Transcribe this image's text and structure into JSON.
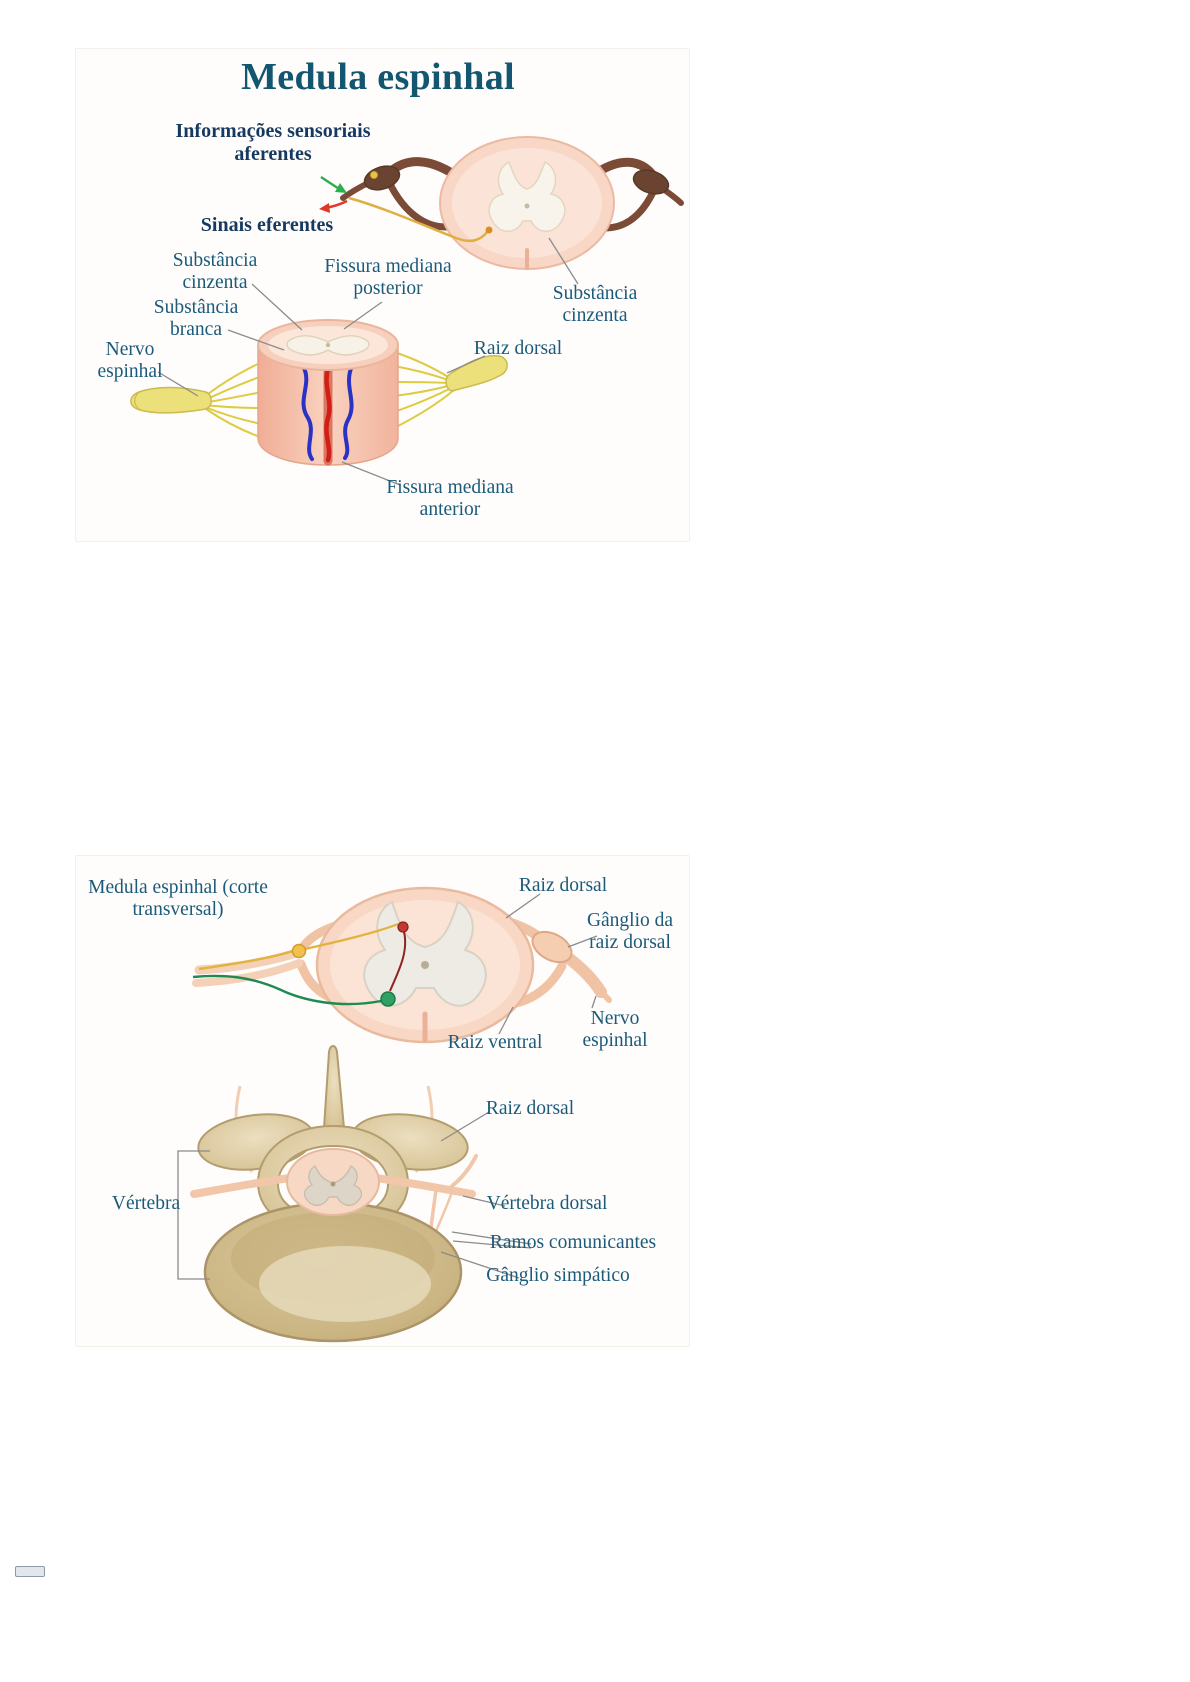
{
  "figure1": {
    "title": "Medula espinhal",
    "labels": {
      "afferent_info": "Informações sensoriais aferentes",
      "efferent_signals": "Sinais eferentes",
      "gray_matter_left": "Substância cinzenta",
      "posterior_median_fissure": "Fissura mediana posterior",
      "white_matter": "Substância branca",
      "gray_matter_right": "Substância cinzenta",
      "spinal_nerve": "Nervo espinhal",
      "dorsal_root": "Raiz dorsal",
      "anterior_median_fissure": "Fissura mediana anterior"
    }
  },
  "figure2": {
    "labels": {
      "caption": "Medula espinhal (corte transversal)",
      "dorsal_root": "Raiz dorsal",
      "dorsal_root_ganglion": "Gânglio da raiz dorsal",
      "spinal_nerve": "Nervo espinhal",
      "ventral_root": "Raiz ventral",
      "dorsal_root_2": "Raiz dorsal",
      "vertebra": "Vértebra",
      "dorsal_vertebra": "Vértebra dorsal",
      "communicating_rami": "Ramos comunicantes",
      "sympathetic_ganglion": "Gânglio simpático"
    }
  },
  "palette": {
    "title_color": "#13566f",
    "label_color": "#1b5a7a",
    "label_bold_color": "#16395f",
    "connector_line": "#8b8b8b",
    "cord_outer_pink": "#f8d7c6",
    "cord_inner_pink": "#fbe4d7",
    "gray_matter_ivory": "#f8f4ec",
    "gray_matter_gray": "#edebe4",
    "nerve_brown": "#7b4b37",
    "ganglion_brown": "#6a4331",
    "rootlet_yellow": "#ddcb42",
    "horn_yellow": "#ebe07a",
    "artery_red": "#cf1f17",
    "vein_blue": "#2b33c4",
    "afferent_green": "#2fae4e",
    "efferent_red": "#e03727",
    "root_peach": "#f0c3a4",
    "bone_tan": "#d9c69a",
    "neuron_yellow": "#f2c14d",
    "neuron_green": "#2fa163",
    "neuron_red": "#c03a33"
  },
  "icons": {
    "afferent_arrow": "green curved arrow",
    "efferent_arrow": "red curved arrow",
    "scrollbar_thumb": "small gray rectangle"
  }
}
